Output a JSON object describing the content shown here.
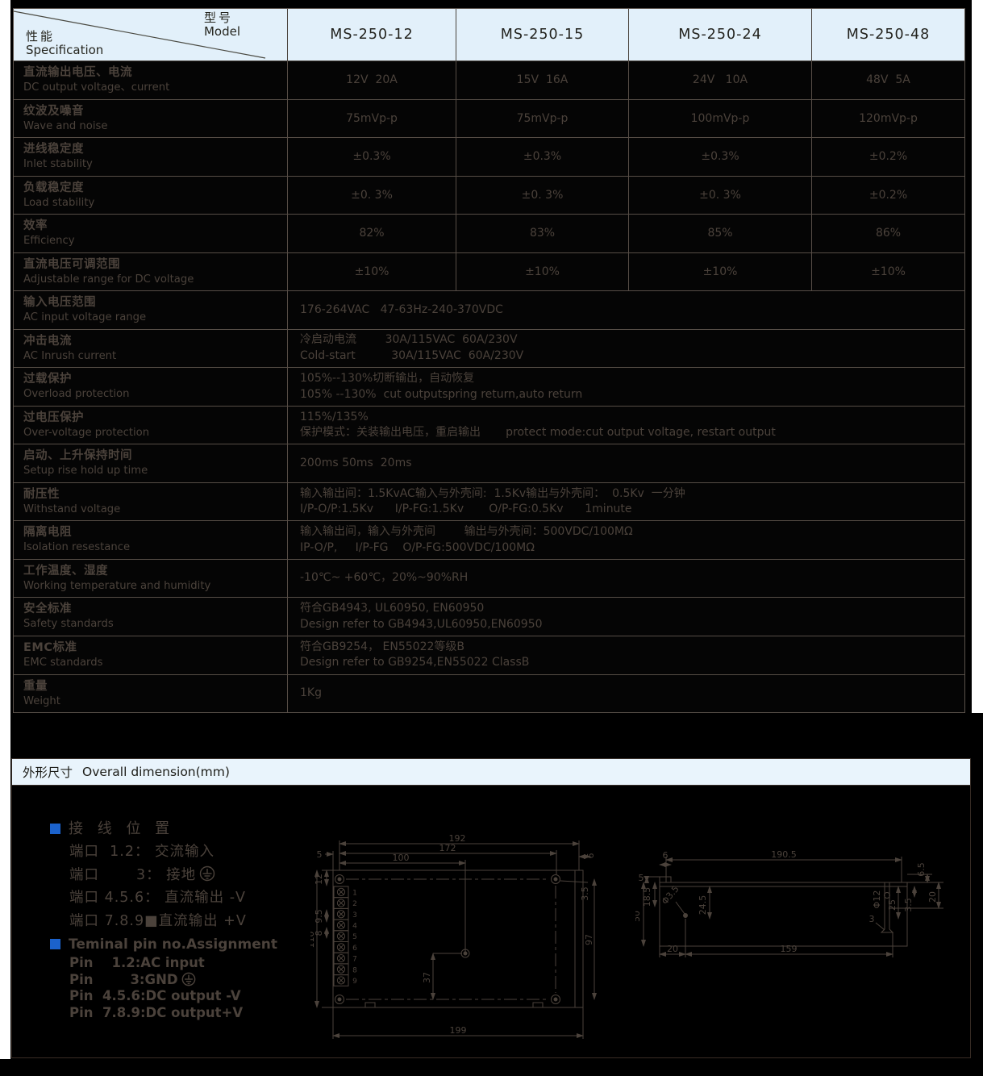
{
  "colors": {
    "accent_blue": "#1b62cc",
    "header_bg": "#e2f0fa",
    "bar_bg": "#e9f4fc",
    "panel_bg": "#000000",
    "text_gray": "#4b423b",
    "border": "#5b524b"
  },
  "table": {
    "header": {
      "spec_zh": "性能",
      "spec_en": "Specification",
      "model_zh": "型号",
      "model_en": "Model",
      "models": [
        "MS-250-12",
        "MS-250-15",
        "MS-250-24",
        "MS-250-48"
      ]
    },
    "rows": [
      {
        "label_zh": "直流输出电压、电流",
        "label_en": "DC output voltage、current",
        "values": [
          "12V  20A",
          "15V  16A",
          "24V   10A",
          "48V  5A"
        ]
      },
      {
        "label_zh": "纹波及噪音",
        "label_en": "Wave and noise",
        "values": [
          "75mVp-p",
          "75mVp-p",
          "100mVp-p",
          "120mVp-p"
        ]
      },
      {
        "label_zh": "进线稳定度",
        "label_en": "Inlet stability",
        "values": [
          "±0.3%",
          "±0.3%",
          "±0.3%",
          "±0.2%"
        ]
      },
      {
        "label_zh": "负载稳定度",
        "label_en": "Load stability",
        "values": [
          "±0. 3%",
          "±0. 3%",
          "±0. 3%",
          "±0.2%"
        ]
      },
      {
        "label_zh": "效率",
        "label_en": "Efficiency",
        "values": [
          "82%",
          "83%",
          "85%",
          "86%"
        ]
      },
      {
        "label_zh": "直流电压可调范围",
        "label_en": "Adjustable range for DC voltage",
        "values": [
          "±10%",
          "±10%",
          "±10%",
          "±10%"
        ]
      },
      {
        "label_zh": "输入电压范围",
        "label_en": "AC input voltage range",
        "lines": [
          "176-264VAC   47-63Hz-240-370VDC"
        ]
      },
      {
        "label_zh": "冲击电流",
        "label_en": "AC Inrush current",
        "lines": [
          "冷启动电流        30A/115VAC  60A/230V",
          "Cold-start          30A/115VAC  60A/230V"
        ]
      },
      {
        "label_zh": "过载保护",
        "label_en": "Overload protection",
        "lines": [
          "105%--130%切断输出，自动恢复",
          "105% --130%  cut outputspring return,auto return"
        ]
      },
      {
        "label_zh": "过电压保护",
        "label_en": "Over-voltage protection",
        "lines": [
          "115%/135%",
          "保护模式：关装输出电压，重启输出       protect mode:cut output voltage, restart output"
        ]
      },
      {
        "label_zh": "启动、上升保持时间",
        "label_en": "Setup rise hold up time",
        "lines": [
          "200ms 50ms  20ms"
        ]
      },
      {
        "label_zh": "耐压性",
        "label_en": "Withstand voltage",
        "lines": [
          "输入输出间：1.5KvAC输入与外壳间:  1.5Kv输出与外壳间：  0.5Kv  一分钟",
          "I/P-O/P:1.5Kv      I/P-FG:1.5Kv       O/P-FG:0.5Kv      1minute"
        ]
      },
      {
        "label_zh": "隔离电阻",
        "label_en": "Isolation resestance",
        "lines": [
          "输入输出间，输入与外壳间        输出与外壳间：500VDC/100MΩ",
          "IP-O/P,     I/P-FG    O/P-FG:500VDC/100MΩ"
        ]
      },
      {
        "label_zh": "工作温度、湿度",
        "label_en": "Working temperature and humidity",
        "lines": [
          "-10℃~ +60℃，20%~90%RH"
        ]
      },
      {
        "label_zh": "安全标准",
        "label_en": "Safety standards",
        "lines": [
          "符合GB4943, UL60950, EN60950",
          "Design refer to GB4943,UL60950,EN60950"
        ]
      },
      {
        "label_zh": "EMC标准",
        "label_en": "EMC standards",
        "lines": [
          "符合GB9254， EN55022等级B",
          "Design refer to GB9254,EN55022 ClassB"
        ]
      },
      {
        "label_zh": "重量",
        "label_en": "Weight",
        "lines": [
          "1Kg"
        ]
      }
    ]
  },
  "dimension_section": {
    "title_zh": "外形尺寸",
    "title_en": "Overall dimension(mm)",
    "wiring": {
      "heading_zh": "接 线 位 置",
      "zh_lines": [
        "端口  1.2： 交流输入",
        "端口       3： 接地",
        "端口 4.5.6： 直流输出 -V",
        "端口 7.8.9■直流输出 +V"
      ],
      "heading_en": "Teminal pin no.Assignment",
      "en_lines": [
        "Pin    1.2:AC input",
        "Pin        3:GND",
        "Pin  4.5.6:DC output -V",
        "Pin  7.8.9:DC output+V"
      ]
    },
    "front_view": {
      "d192": "192",
      "d172": "172",
      "d100": "100",
      "d199": "199",
      "d5": "5",
      "d6": "6",
      "d12": "12",
      "d9_5": "9.5",
      "d8": "8",
      "d110": "110",
      "d3_5": "3.5",
      "d97": "97",
      "d37": "37",
      "terminals": [
        "1",
        "2",
        "3",
        "4",
        "5",
        "6",
        "7",
        "8",
        "9"
      ]
    },
    "side_view": {
      "d190_5": "190.5",
      "d6": "6",
      "d5": "5",
      "d18_5": "18.5",
      "d50": "50",
      "phi3_5": "Φ3.5",
      "d24_5": "24.5",
      "d20_left": "20",
      "d159": "159",
      "phi12": "Φ12",
      "d25": "25",
      "d3_5": "3.5",
      "d6_5": "6.5",
      "d20_right": "20",
      "d3": "3"
    }
  }
}
